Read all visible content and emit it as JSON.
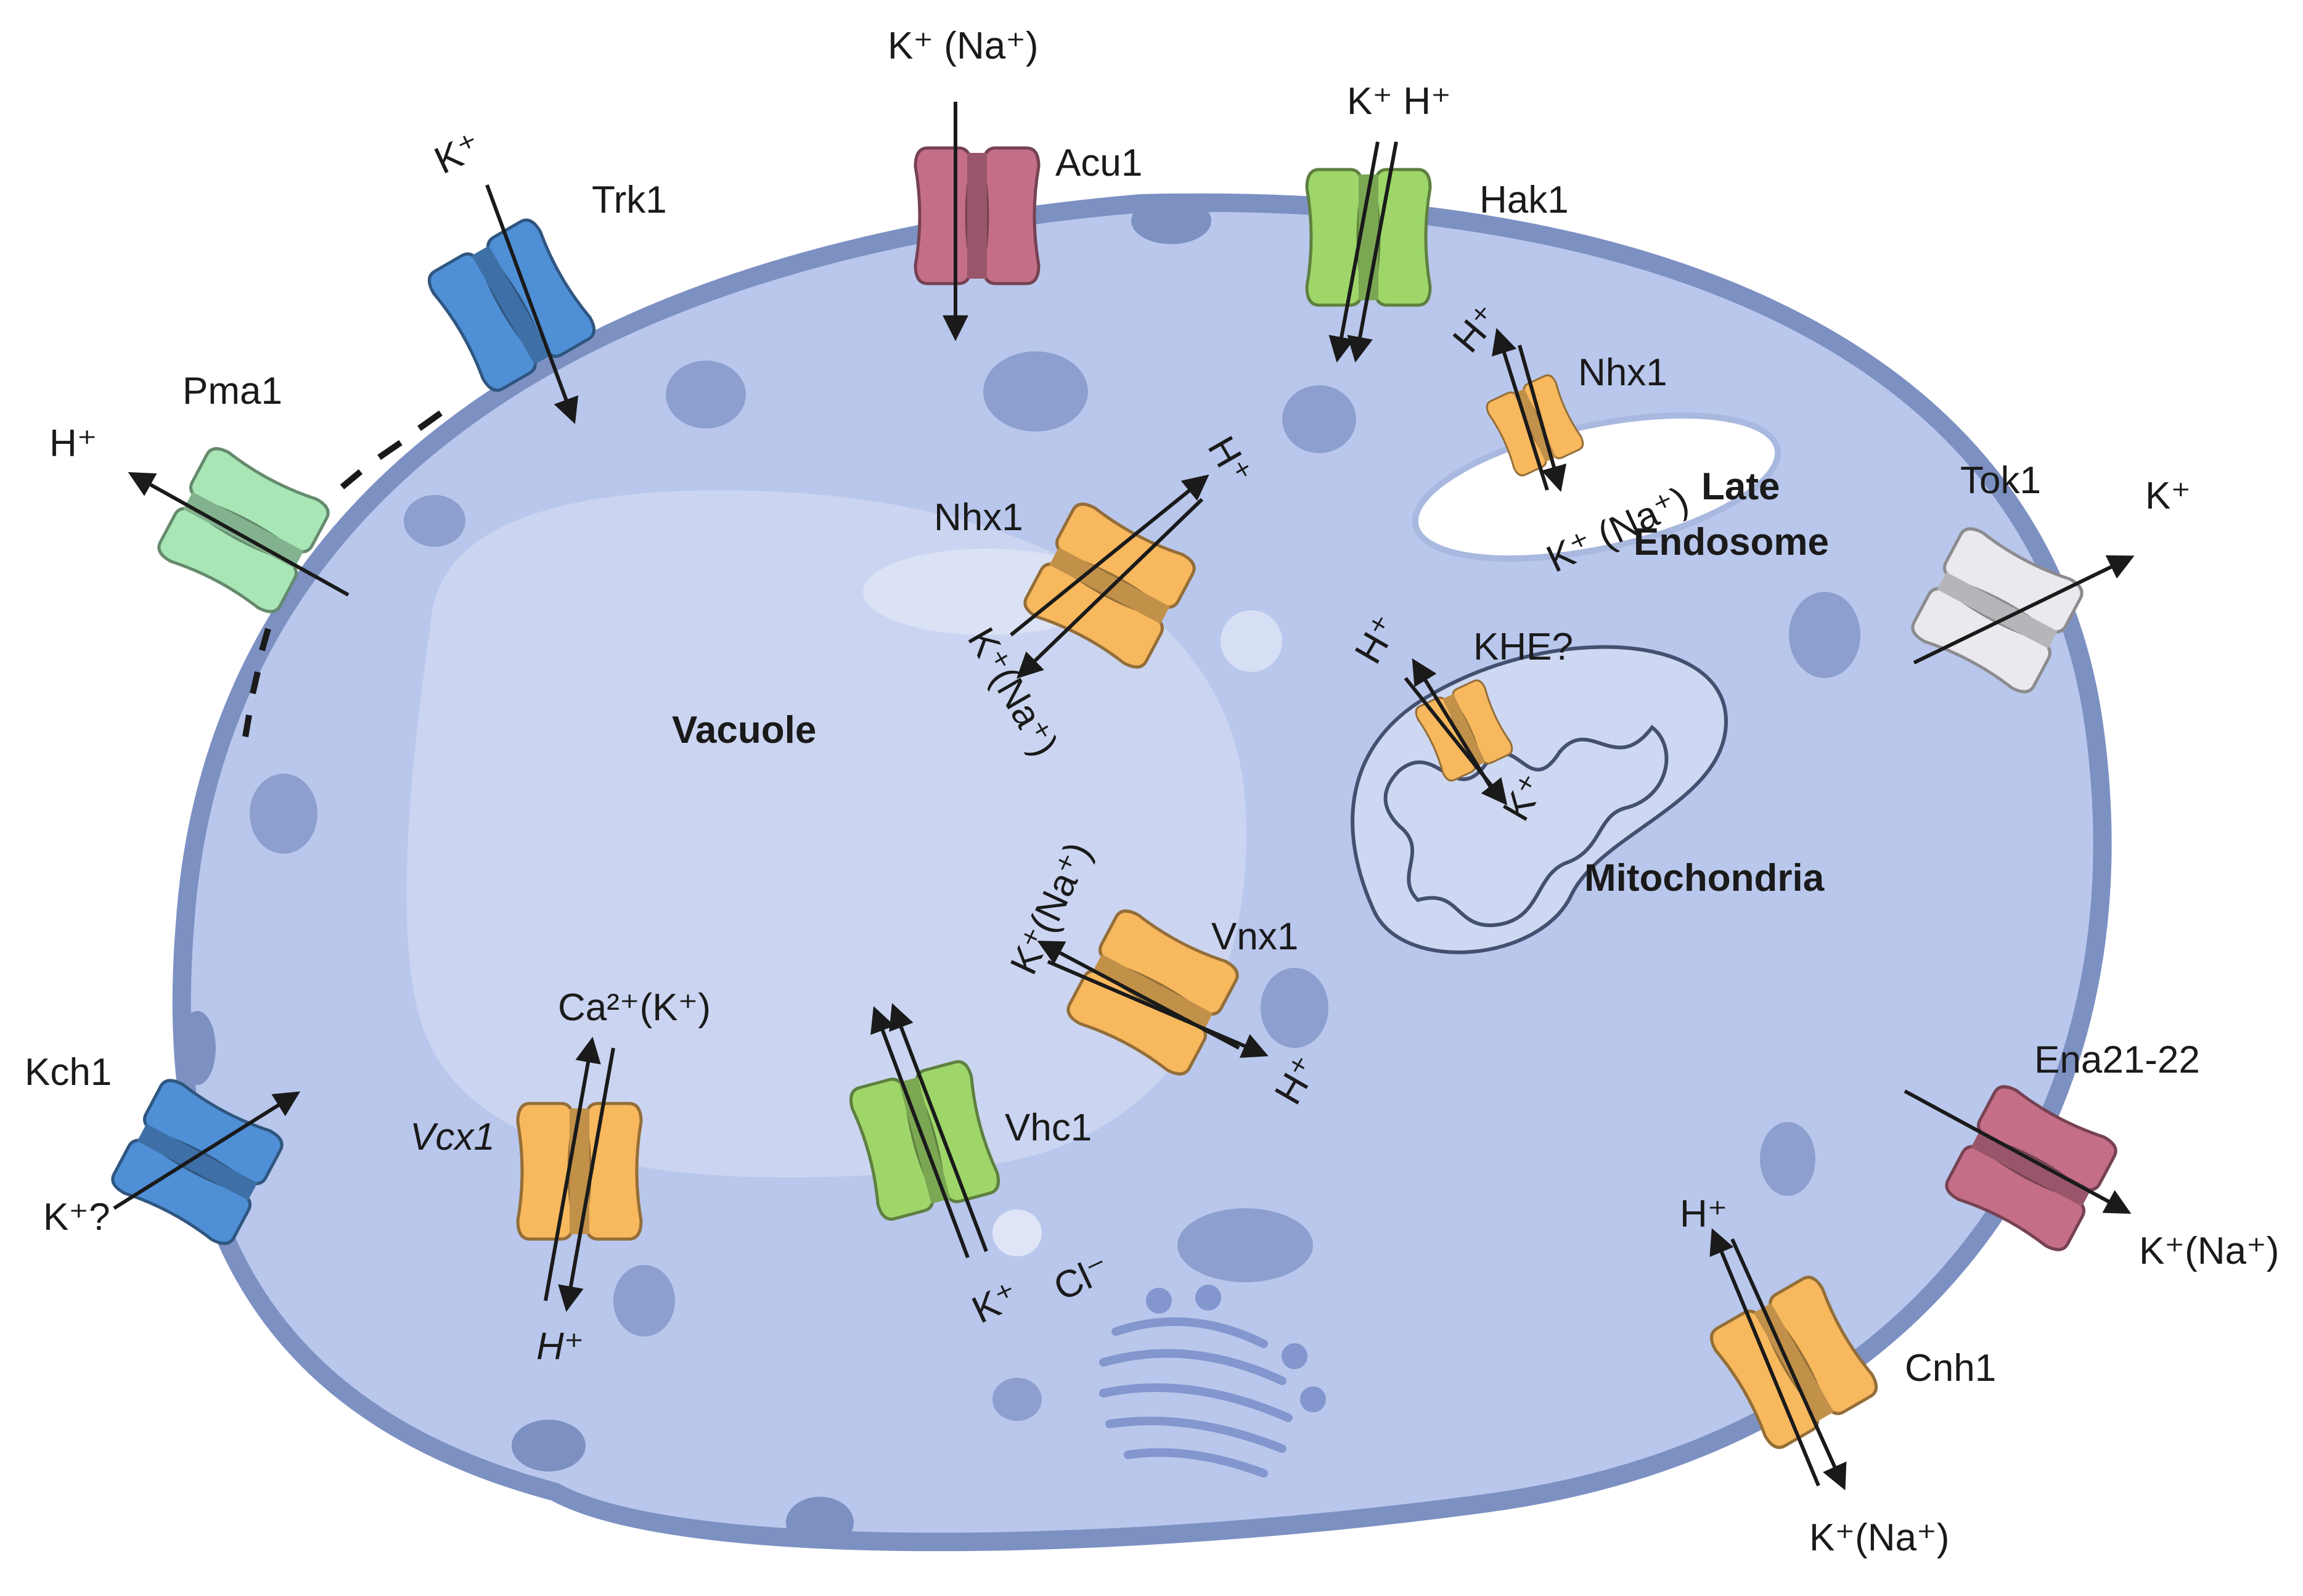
{
  "colors": {
    "cell_fill": "#b9c7ec",
    "cell_wall": "#7c90c2",
    "vacuole_fill": "#cdd6f2",
    "blue": "#4f8fd6",
    "pink": "#c46e88",
    "light_green": "#a8e6b6",
    "green": "#9ed66a",
    "orange": "#f7b85e",
    "white": "#e9e9ee",
    "organelle": "#8c9fcf"
  },
  "labels": {
    "trk1": "Trk1",
    "acu1": "Acu1",
    "hak1": "Hak1",
    "pma1": "Pma1",
    "nhx1_endo": "Nhx1",
    "late": "Late",
    "endosome": "Endosome",
    "tok1": "Tok1",
    "nhx1_vac": "Nhx1",
    "vacuole": "Vacuole",
    "khe": "KHE?",
    "mitochondria": "Mitochondria",
    "vnx1": "Vnx1",
    "kch1": "Kch1",
    "vcx1": "Vcx1",
    "vhc1": "Vhc1",
    "ena": "Ena21-22",
    "cnh1": "Cnh1"
  },
  "ions": {
    "acu1_top": "K⁺ (Na⁺)",
    "trk1_k": "K⁺",
    "hak1_top": "K⁺ H⁺",
    "pma1_h": "H⁺",
    "endo_h": "H⁺",
    "endo_k": "K⁺ (Na⁺)",
    "tok1_k": "K⁺",
    "vac_nhx_h": "H⁺",
    "vac_nhx_k": "K⁺(Na⁺)",
    "khe_h": "H⁺",
    "khe_k": "K⁺",
    "vnx_k": "K⁺(Na⁺)",
    "vnx_h": "H⁺",
    "kch1_k": "K⁺?",
    "vcx_ca": "Ca²⁺(K⁺)",
    "vcx_h": "H⁺",
    "vhc_k": "K⁺",
    "vhc_cl": "Cl⁻",
    "ena_k": "K⁺(Na⁺)",
    "cnh1_h": "H⁺",
    "cnh1_k": "K⁺(Na⁺)"
  }
}
